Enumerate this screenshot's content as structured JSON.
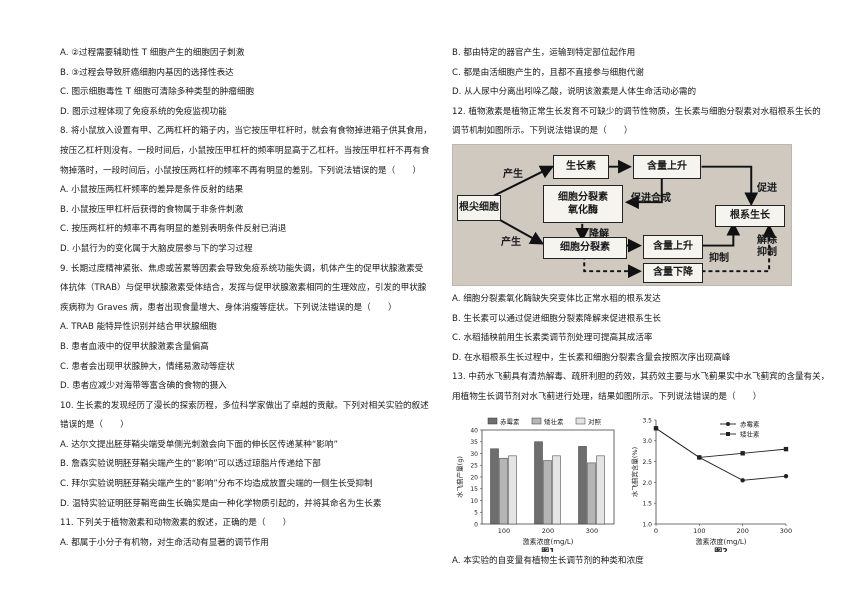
{
  "left_column": [
    "A. ②过程需要辅助性 T 细胞产生的细胞因子刺激",
    "B. ③过程会导致肝癌细胞内基因的选择性表达",
    "C. 图示细胞毒性 T 细胞可清除多种类型的肿瘤细胞",
    "D. 图示过程体现了免疫系统的免疫监视功能",
    "8. 将小鼠放入设置有甲、乙两杠杆的箱子内，当它按压甲杠杆时，就会有食物掉进箱子供其食用，",
    "按压乙杠杆则没有。一段时间后，小鼠按压甲杠杆的频率明显高于乙杠杆。当按压甲杠杆不再有食",
    "物掉落时，一段时间后，小鼠按压两杠杆的频率不再有明显的差别。下列说法错误的是（　　）",
    "A. 小鼠按压两杠杆频率的差异是条件反射的结果",
    "B. 小鼠按压甲杠杆后获得的食物属于非条件刺激",
    "C. 按压两杠杆的频率不再有明显的差别表明条件反射已消退",
    "D. 小鼠行为的变化属于大脑皮层参与下的学习过程",
    "9. 长期过度精神紧张、焦虑或苦累等因素会导致免疫系统功能失调，机体产生的促甲状腺激素受",
    "体抗体（TRAB）与促甲状腺激素受体结合，发挥与促甲状腺激素相同的生理效应，引发的甲状腺",
    "疾病称为 Graves 病，患者出现食量增大、身体消瘦等症状。下列说法错误的是（　　）",
    "A. TRAB 能特异性识别并结合甲状腺细胞",
    "B. 患者血液中的促甲状腺激素含量偏高",
    "C. 患者会出现甲状腺肿大，情绪易激动等症状",
    "D. 患者应减少对海带等富含碘的食物的摄入",
    "10. 生长素的发现经历了漫长的探索历程，多位科学家做出了卓越的贡献。下列对相关实验的叙述",
    "错误的是（　　）",
    "A. 达尔文提出胚芽鞘尖端受单侧光刺激会向下面的伸长区传递某种“影响”",
    "B. 詹森实验说明胚芽鞘尖端产生的“影响”可以透过琼脂片传递给下部",
    "C. 拜尔实验说明胚芽鞘尖端产生的“影响”分布不均造成放置尖端的一侧生长受抑制",
    "D. 温特实验证明胚芽鞘弯曲生长确实是由一种化学物质引起的，并将其命名为生长素",
    "11. 下列关于植物激素和动物激素的叙述，正确的是（　　）",
    "A. 都属于小分子有机物，对生命活动有显著的调节作用"
  ],
  "right_column_top": [
    "B. 都由特定的器官产生，运输到特定部位起作用",
    "C. 都是由活细胞产生的，且都不直接参与细胞代谢",
    "D. 从人尿中分离出吲哚乙酸，说明该激素是人体生命活动必需的",
    "12. 植物激素是植物正常生长发育不可缺少的调节性物质，生长素与细胞分裂素对水稻根系生长的",
    "调节机制如图所示。下列说法错误的是（　　）"
  ],
  "diagram": {
    "root_tip": "根尖细胞",
    "produce_top": "产生",
    "produce_bottom": "产生",
    "auxin": "生长素",
    "content_up_1": "含量上升",
    "ck_oxidase_line1": "细胞分裂素",
    "ck_oxidase_line2": "氧化酶",
    "promote_synthesis": "促进合成",
    "degrade": "降解",
    "cytokinin": "细胞分裂素",
    "content_up_2": "含量上升",
    "inhibit": "抑制",
    "content_down": "含量下降",
    "promote": "促进",
    "root_growth": "根系生长",
    "relieve_line1": "解除",
    "relieve_line2": "抑制"
  },
  "right_column_mid": [
    "A. 细胞分裂素氧化酶缺失突变体比正常水稻的根系发达",
    "B. 生长素可以通过促进细胞分裂素降解来促进根系生长",
    "C. 水稻插秧前用生长素类调节剂处理可提高其成活率",
    "D. 在水稻根系生长过程中，生长素和细胞分裂素含量会按照次序出现高峰",
    "13. 中药水飞蓟具有清热解毒、疏肝利胆的药效，其药效主要与水飞蓟果实中水飞蓟宾的含量有关，",
    "用植物生长调节剂对水飞蓟进行处理，结果如图所示。下列说法错误的是（　　）"
  ],
  "chart_data": [
    {
      "type": "bar",
      "title": "图1",
      "xlabel": "激素浓度(mg/L)",
      "ylabel": "水飞蓟产量(g)",
      "categories": [
        "100",
        "200",
        "300"
      ],
      "legend_position": "top",
      "ylim": [
        0,
        40
      ],
      "yticks": [
        "0",
        "5",
        "10",
        "15",
        "20",
        "25",
        "30",
        "35",
        "40"
      ],
      "series": [
        {
          "name": "赤霉素",
          "color": "#6e6e6e",
          "values": [
            32,
            35,
            33
          ]
        },
        {
          "name": "矮壮素",
          "color": "#b5b5b5",
          "values": [
            28,
            27,
            26
          ]
        },
        {
          "name": "对照",
          "color": "#e4e4e4",
          "values": [
            29,
            29,
            29
          ]
        }
      ]
    },
    {
      "type": "line",
      "title": "图2",
      "xlabel": "激素浓度(mg/L)",
      "ylabel": "水飞蓟宾含量(%)",
      "x": [
        0,
        100,
        200,
        300
      ],
      "xticks": [
        "0",
        "100",
        "200",
        "300"
      ],
      "ylim": [
        1.0,
        3.5
      ],
      "yticks": [
        "1.0",
        "1.5",
        "2.0",
        "2.5",
        "3.0",
        "3.5"
      ],
      "legend_position": "top-right",
      "series": [
        {
          "name": "赤霉素",
          "marker": "circle",
          "values": [
            3.3,
            2.6,
            2.05,
            2.15
          ]
        },
        {
          "name": "矮壮素",
          "marker": "square",
          "values": [
            3.3,
            2.6,
            2.7,
            2.8
          ]
        }
      ]
    }
  ],
  "right_column_bottom": [
    "A. 本实验的自变量有植物生长调节剂的种类和浓度"
  ]
}
